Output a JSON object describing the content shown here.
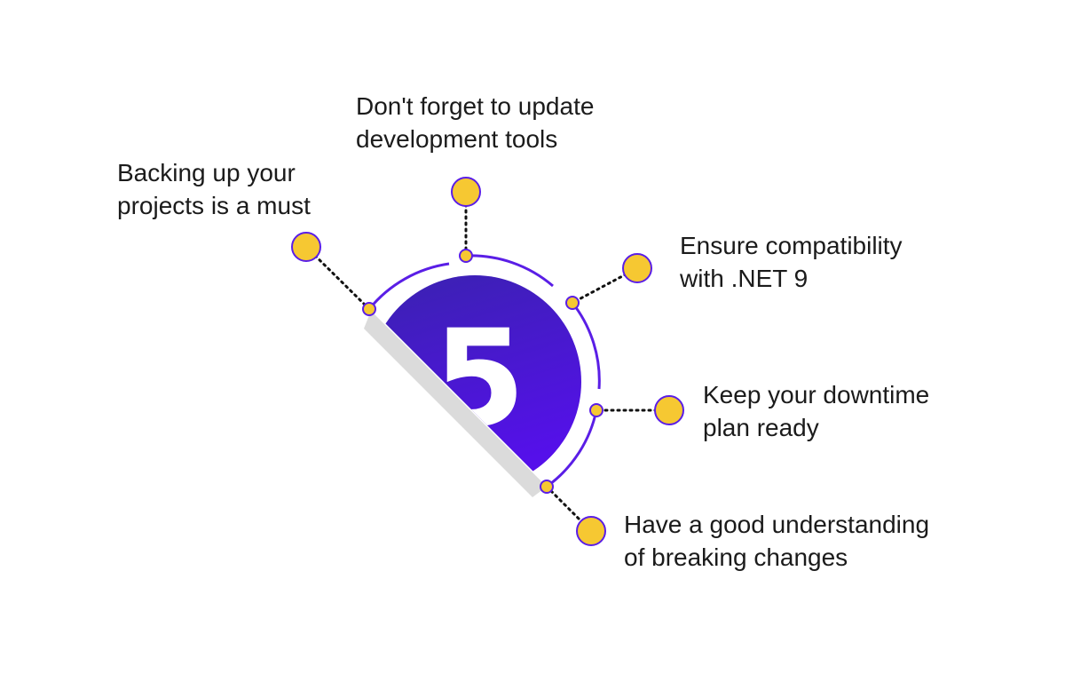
{
  "center_number": "5",
  "colors": {
    "accent_dark": "#3a22b0",
    "accent_bright": "#5510ea",
    "dot_fill": "#f6c832",
    "text": "#1b1b1b"
  },
  "tips": [
    {
      "line1": "Backing up your",
      "line2": "projects is a must"
    },
    {
      "line1": "Don't forget to update",
      "line2": "development tools"
    },
    {
      "line1": "Ensure compatibility",
      "line2": "with .NET 9"
    },
    {
      "line1": "Keep your downtime",
      "line2": "plan ready"
    },
    {
      "line1": "Have a good understanding",
      "line2": "of breaking changes"
    }
  ]
}
